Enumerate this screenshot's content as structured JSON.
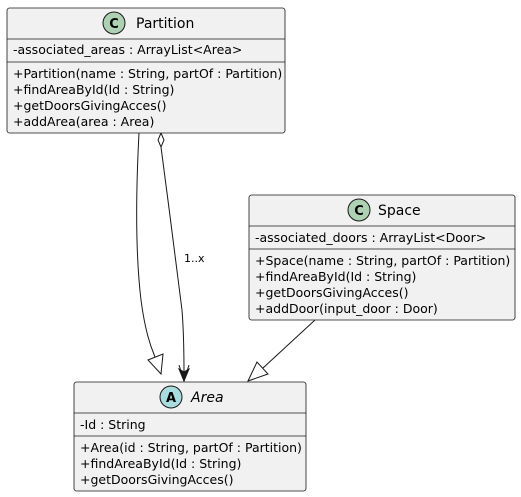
{
  "classes": {
    "partition": {
      "stereotype_letter": "C",
      "stereotype_color": "#ADD1B2",
      "name": "Partition",
      "attributes": [
        "-associated_areas : ArrayList<Area>"
      ],
      "methods": [
        "+Partition(name : String, partOf : Partition)",
        "+findAreaById(Id : String)",
        "+getDoorsGivingAcces()",
        "+addArea(area : Area)"
      ]
    },
    "space": {
      "stereotype_letter": "C",
      "stereotype_color": "#ADD1B2",
      "name": "Space",
      "attributes": [
        "-associated_doors : ArrayList<Door>"
      ],
      "methods": [
        "+Space(name : String, partOf : Partition)",
        "+findAreaById(Id : String)",
        "+getDoorsGivingAcces()",
        "+addDoor(input_door : Door)"
      ]
    },
    "area": {
      "stereotype_letter": "A",
      "stereotype_color": "#A9DCDF",
      "name": "Area",
      "abstract": true,
      "attributes": [
        "-Id : String"
      ],
      "methods": [
        "+Area(id : String, partOf : Partition)",
        "+findAreaById(Id : String)",
        "+getDoorsGivingAcces()"
      ]
    }
  },
  "relations": {
    "partition_area_aggregation": {
      "type": "aggregation",
      "multiplicity": "1..x"
    },
    "partition_area_inheritance": {
      "type": "inheritance"
    },
    "space_area_inheritance": {
      "type": "inheritance"
    }
  },
  "colors": {
    "box_fill": "#F1F1F1",
    "border": "#181818",
    "line": "#181818"
  }
}
